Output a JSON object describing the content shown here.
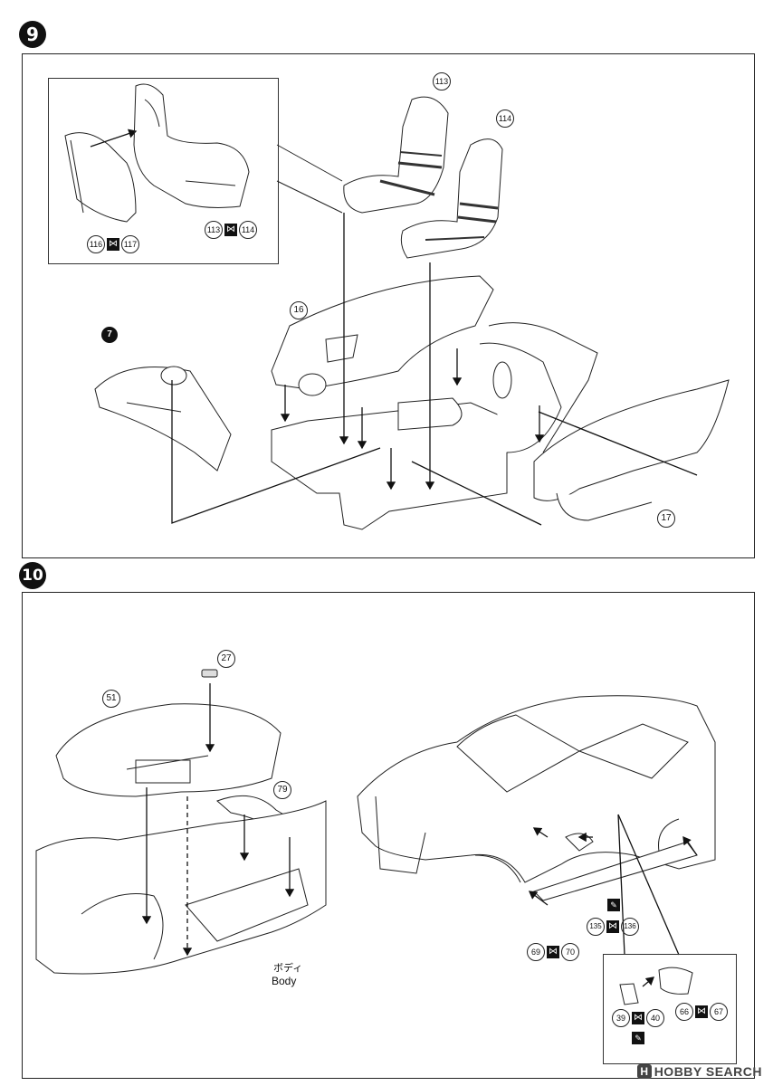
{
  "steps": [
    {
      "number": "9"
    },
    {
      "number": "10"
    }
  ],
  "step9": {
    "inset_labels": {
      "left_pair": [
        "116",
        "117"
      ],
      "right_pair": [
        "113",
        "114"
      ]
    },
    "parts": {
      "seat_left": "113",
      "seat_right": "114",
      "door_panel": "16",
      "dashboard": "7",
      "side_panel": "17"
    }
  },
  "step10": {
    "parts": {
      "hood_panel": "51",
      "small_part": "27",
      "strip": "79",
      "side_skirts": [
        "69",
        "70"
      ],
      "mirrors_arm": [
        "135",
        "136"
      ],
      "mirror_inset": [
        "39",
        "40"
      ],
      "mirror_caps": [
        "66",
        "67"
      ]
    },
    "body_label_jp": "ボディ",
    "body_label_en": "Body"
  },
  "watermark": {
    "logo": "H",
    "text": "HOBBY SEARCH"
  },
  "icons": {
    "pair_icon": "bowtie-pair-icon",
    "glue_icon": "glue-tube-icon"
  }
}
